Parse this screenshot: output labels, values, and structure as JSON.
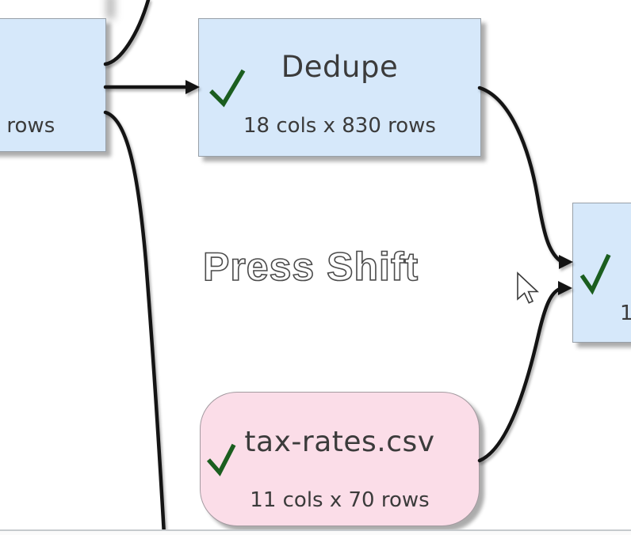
{
  "app": {
    "watermark_text": "Press Shift"
  },
  "canvas": {
    "background_color": "#ffffff",
    "connector_color": "#141414",
    "text_color": "#3b3b3b",
    "node_blue_color": "#d6e8fa",
    "node_pink_color": "#fbdde8",
    "checkmark_color": "#1b5e1f",
    "nodes": [
      {
        "id": "left-partial-node",
        "kind": "transform-node",
        "color": "#d6e8fa",
        "title": "",
        "stats": "x rows",
        "partial": "clipped by left screen edge"
      },
      {
        "id": "dedupe-node",
        "kind": "transform-node",
        "color": "#d6e8fa",
        "title": "Dedupe",
        "stats": "18 cols x 830 rows",
        "status_icon": "checkmark-icon"
      },
      {
        "id": "right-partial-node",
        "kind": "transform-node",
        "color": "#d6e8fa",
        "title": "",
        "stats": "1",
        "partial": "clipped by right screen edge",
        "status_icon": "checkmark-icon"
      },
      {
        "id": "tax-rates-node",
        "kind": "input-file-node",
        "color": "#fbdde8",
        "title": "tax-rates.csv",
        "stats": "11 cols x 70 rows",
        "status_icon": "checkmark-icon"
      }
    ],
    "connections": [
      {
        "from": "left-partial-node",
        "to": "off-screen-top"
      },
      {
        "from": "left-partial-node",
        "to": "dedupe-node",
        "arrow": true
      },
      {
        "from": "left-partial-node",
        "to": "off-screen-bottom"
      },
      {
        "from": "dedupe-node",
        "to": "right-partial-node",
        "arrow": true
      },
      {
        "from": "tax-rates-node",
        "to": "right-partial-node",
        "arrow": true
      }
    ]
  },
  "cursor": {
    "type": "arrow-pointer"
  }
}
